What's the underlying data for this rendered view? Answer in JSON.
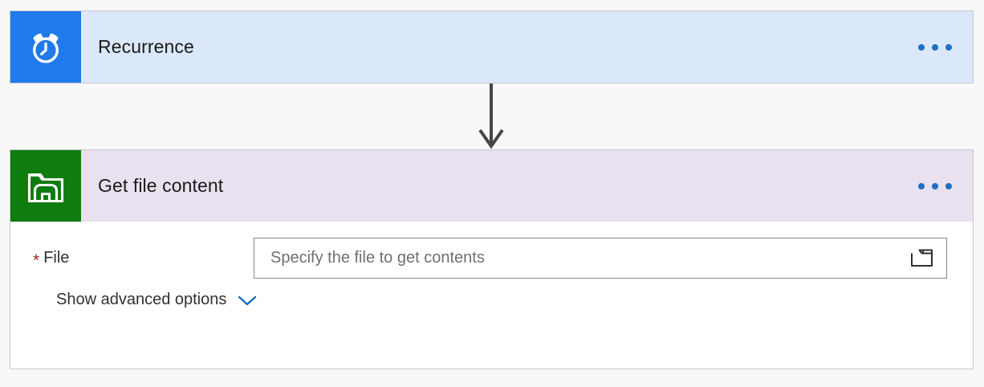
{
  "flow": {
    "background_color": "#f8f8f8",
    "steps": [
      {
        "id": "recurrence",
        "title": "Recurrence",
        "icon": "alarm-clock-icon",
        "icon_bg": "#1f7aeb",
        "header_bg": "#dbe8fb",
        "menu": "ellipsis-menu"
      },
      {
        "id": "get-file-content",
        "title": "Get file content",
        "icon": "sharepoint-folder-icon",
        "icon_bg": "#107c10",
        "header_bg": "#e9e1ef",
        "menu": "ellipsis-menu"
      }
    ],
    "connector": {
      "icon": "arrow-down-icon",
      "color": "#484644"
    }
  },
  "get_file_content": {
    "file_field": {
      "label": "File",
      "required_marker": "*",
      "value": "",
      "placeholder": "Specify the file to get contents",
      "picker_icon": "folder-picker-icon"
    },
    "advanced": {
      "label": "Show advanced options",
      "chevron_icon": "chevron-down-icon",
      "chevron_color": "#0f6cbd"
    }
  }
}
